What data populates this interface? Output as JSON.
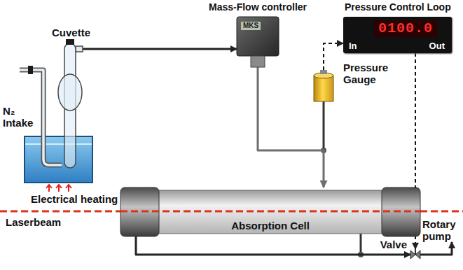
{
  "diagram": {
    "nodes": [
      {
        "text": [
          "Cuvette"
        ]
      },
      {
        "text": [
          "Mass-Flow controller",
          "MKS"
        ]
      },
      {
        "text": [
          "Pressure Control Loop",
          "0100.0",
          "In",
          "Out"
        ]
      },
      {
        "text": [
          "Pressure Gauge"
        ]
      },
      {
        "text": [
          "Absorption Cell"
        ]
      },
      {
        "text": [
          "Valve"
        ]
      },
      {
        "text": [
          "Rotary pump"
        ]
      }
    ],
    "edges": [
      {
        "from": 0,
        "to": 1,
        "arrow": "to"
      },
      {
        "from": 1,
        "to": 4,
        "arrow": "to"
      },
      {
        "from": 3,
        "to": 2,
        "arrow": "to"
      },
      {
        "from": 2,
        "to": 5,
        "arrow": "to"
      },
      {
        "from": 4,
        "to": 5,
        "arrow": "to"
      },
      {
        "from": 5,
        "to": 6,
        "arrow": "to"
      }
    ],
    "labels": [
      "N₂ Intake",
      "Electrical heating",
      "Laserbeam"
    ]
  }
}
